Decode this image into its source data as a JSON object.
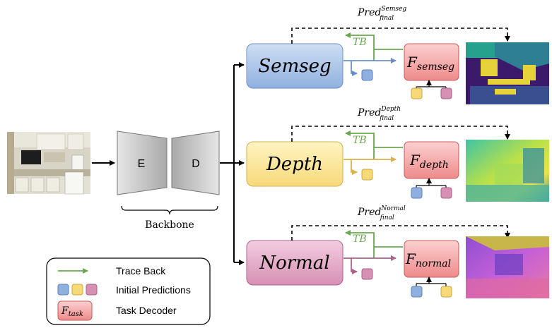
{
  "backbone": {
    "encoder_label": "E",
    "decoder_label": "D",
    "caption": "Backbone"
  },
  "tasks": [
    {
      "name": "Semseg",
      "tb_label": "TB",
      "decoder_main": "F",
      "decoder_sub": "semseg",
      "pred_main": "Pred",
      "pred_sup": "Semseg",
      "pred_sub": "final",
      "color": "#8fb0de"
    },
    {
      "name": "Depth",
      "tb_label": "TB",
      "decoder_main": "F",
      "decoder_sub": "depth",
      "pred_main": "Pred",
      "pred_sup": "Depth",
      "pred_sub": "final",
      "color": "#f7d97a"
    },
    {
      "name": "Normal",
      "tb_label": "TB",
      "decoder_main": "F",
      "decoder_sub": "normal",
      "pred_main": "Pred",
      "pred_sup": "Normal",
      "pred_sub": "final",
      "color": "#d690b4"
    }
  ],
  "legend": {
    "trace_back": "Trace Back",
    "initial_predictions": "Initial Predictions",
    "task_decoder": "Task Decoder",
    "decoder_main": "F",
    "decoder_sub": "task"
  },
  "colors": {
    "blue": "#8fb0de",
    "yellow": "#f7d97a",
    "pink": "#d690b4",
    "decoder_red": "#ee8a8a",
    "trace_back_green": "#6aa84f"
  }
}
